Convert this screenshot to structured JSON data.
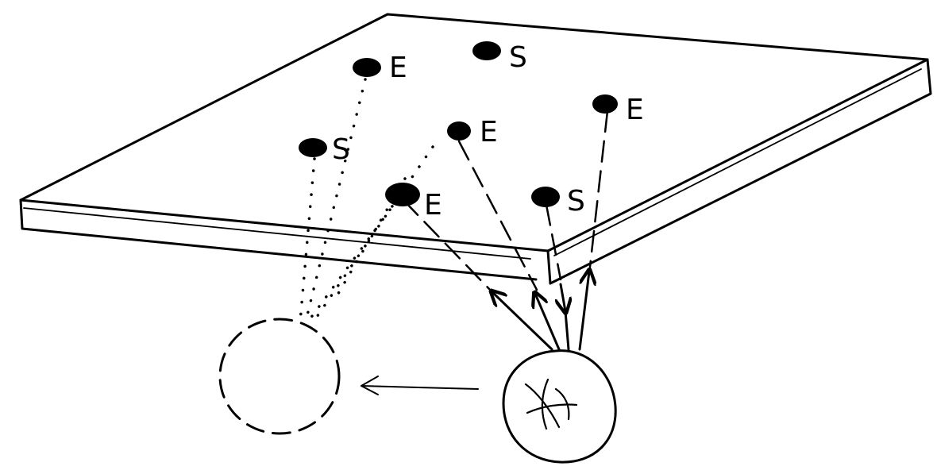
{
  "labels": {
    "s_top": "S",
    "e_top_left": "E",
    "s_mid_left": "S",
    "e_mid": "E",
    "e_right": "E",
    "e_front": "E",
    "s_front": "S"
  },
  "colors": {
    "ink": "#000000",
    "paper": "#ffffff"
  }
}
